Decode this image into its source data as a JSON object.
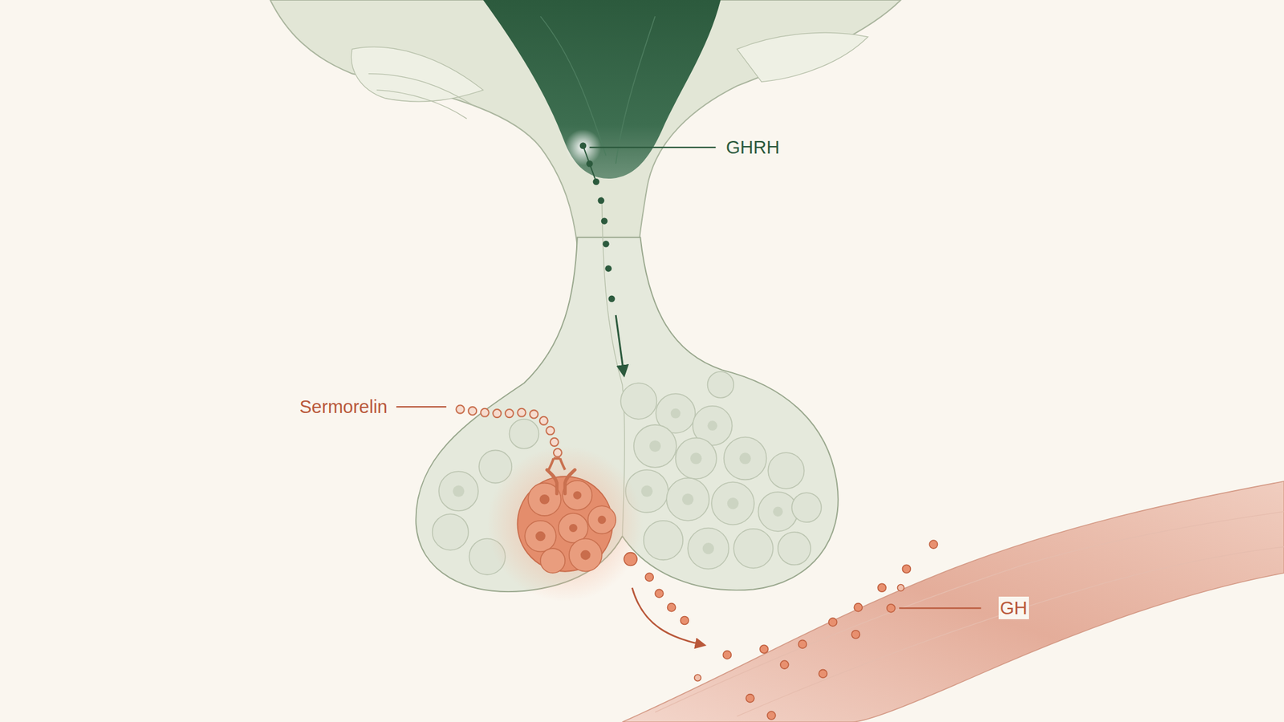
{
  "diagram": {
    "labels": [
      "GHRH",
      "Sermorelin",
      "GH"
    ]
  }
}
